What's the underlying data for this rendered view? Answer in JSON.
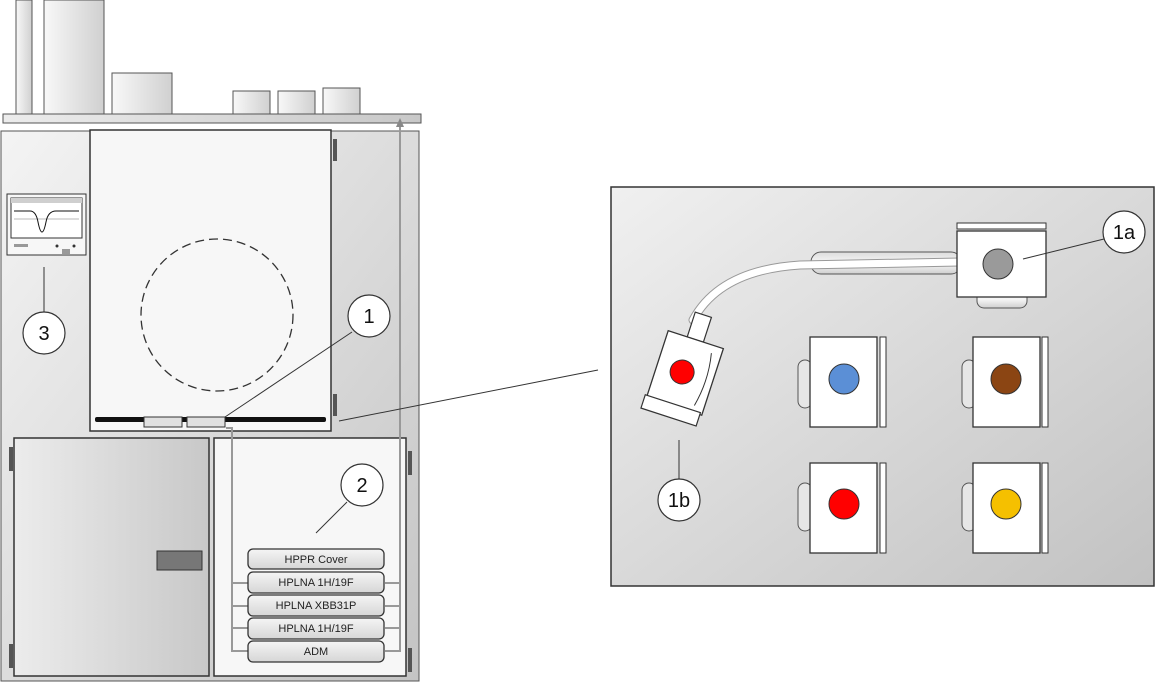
{
  "callouts": {
    "c1": "1",
    "c2": "2",
    "c3": "3",
    "c1a": "1a",
    "c1b": "1b"
  },
  "probe_modules": [
    "HPPR Cover",
    "HPLNA 1H/19F",
    "HPLNA XBB31P",
    "HPLNA 1H/19F",
    "ADM"
  ],
  "colors": {
    "cabinet_gradient_start": "#f2f2f2",
    "cabinet_gradient_end": "#bfbfbf",
    "module_fill": "#e8e8e8",
    "slot_red": "#ff0000",
    "slot_blue": "#5b8fd6",
    "slot_brown": "#8b4513",
    "slot_yellow": "#f5c000",
    "slot_gray": "#9a9a9a"
  },
  "icons": {
    "monitor": "oscilloscope-monitor-icon",
    "magnet_bore": "magnet-bore-dashed-circle"
  }
}
